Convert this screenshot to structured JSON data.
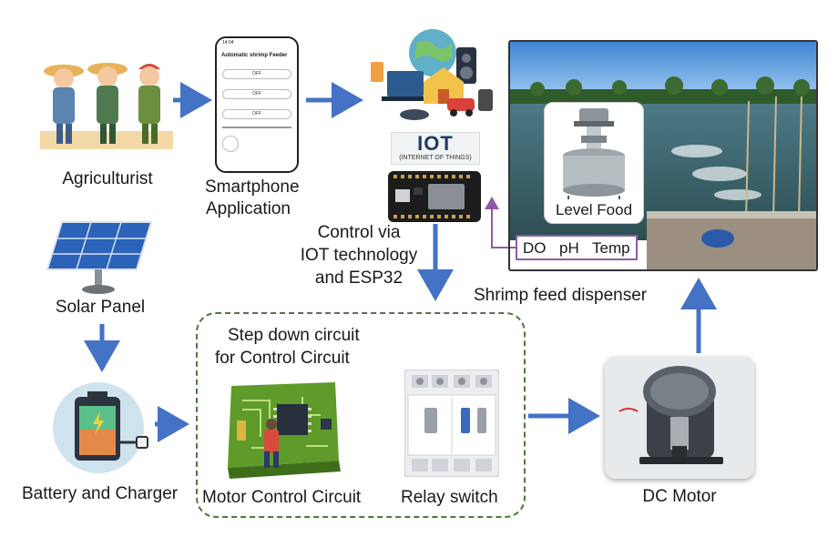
{
  "nodes": {
    "agriculturist": "Agriculturist",
    "smartphone_line1": "Smartphone",
    "smartphone_line2": "Application",
    "control_line1": "Control via",
    "control_line2": "IOT technology",
    "control_line3": "and ESP32",
    "solar_panel": "Solar Panel",
    "step_down_line1": "Step down circuit",
    "step_down_line2": "for Control Circuit",
    "battery": "Battery and Charger",
    "motor_control": "Motor Control Circuit",
    "relay": "Relay switch",
    "dc_motor": "DC Motor",
    "dispenser": "Shrimp feed dispenser",
    "level_food": "Level Food"
  },
  "iot_badge": {
    "title": "IOT",
    "subtitle": "(INTERNET OF THINGS)"
  },
  "sensors": {
    "do": "DO",
    "ph": "pH",
    "temp": "Temp"
  },
  "phone_screen": {
    "time": "14:04",
    "title": "Automatic shrimp Feeder",
    "buttons": [
      "OFF",
      "OFF",
      "OFF"
    ]
  },
  "colors": {
    "arrow": "#4472c4",
    "sensor_arrow": "#8e5aa8",
    "dashed_border": "#4a7a3a"
  }
}
